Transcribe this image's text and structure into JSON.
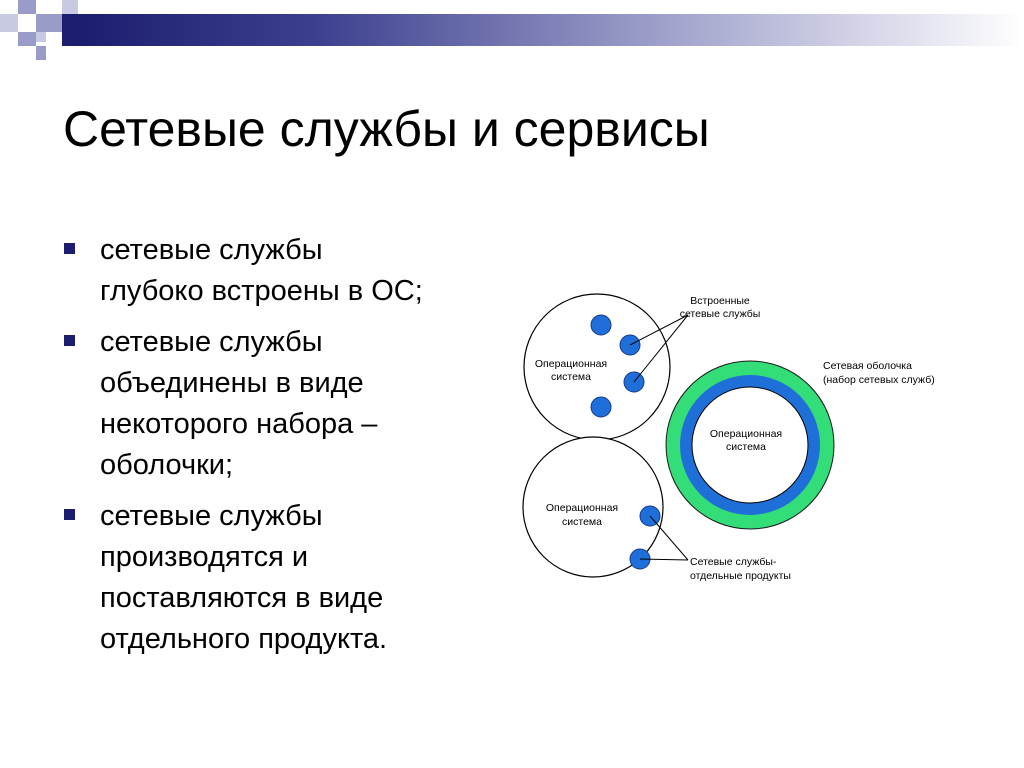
{
  "slide": {
    "title": "Сетевые службы и сервисы",
    "bullets": [
      {
        "lines": [
          "сетевые службы",
          "глубоко встроены в ОС;"
        ]
      },
      {
        "lines": [
          "сетевые службы",
          "объединены в виде",
          "некоторого набора –",
          "оболочки;"
        ]
      },
      {
        "lines": [
          "сетевые службы",
          "производятся и",
          "поставляются в виде",
          "отдельного продукта."
        ]
      }
    ]
  },
  "diagram": {
    "os_label_1": "Операционная",
    "os_label_2": "система",
    "embedded_label_1": "Встроенные",
    "embedded_label_2": "сетевые службы",
    "shell_label_1": "Сетевая оболочка",
    "shell_label_2": "(набор сетевых служб)",
    "products_label_1": "Сетевые службы-",
    "products_label_2": "отдельные продукты"
  },
  "colors": {
    "accent_dark": "#1c1d6e",
    "service_blue": "#1e6fd9",
    "shell_green": "#33dd77",
    "shell_blue": "#1f6fd8"
  }
}
